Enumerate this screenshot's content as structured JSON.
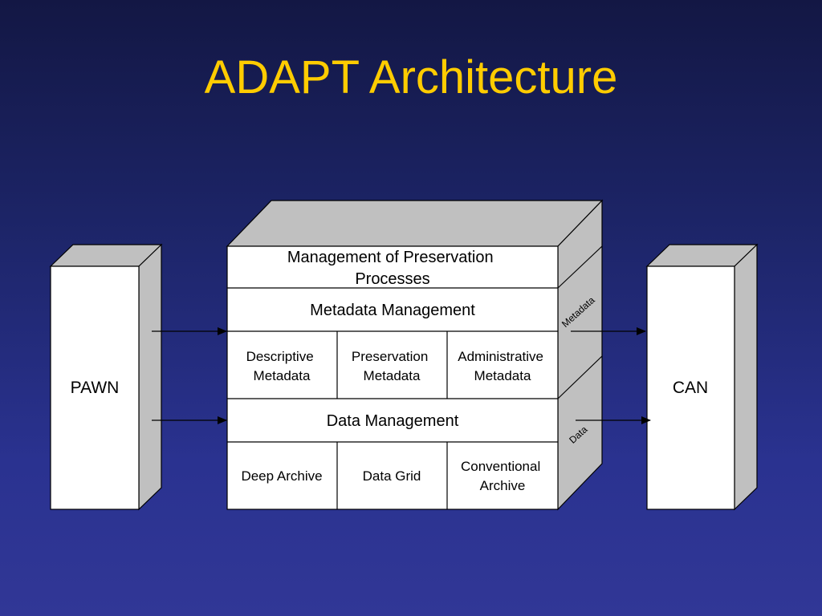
{
  "slide": {
    "title": "ADAPT Architecture",
    "background": "#1c2466",
    "title_color": "#ffcc00"
  },
  "diagram": {
    "left_block": {
      "label": "PAWN"
    },
    "right_block": {
      "label": "CAN"
    },
    "central_stack": {
      "layers": {
        "management_processes": [
          "Management of Preservation",
          "Processes"
        ],
        "metadata_management": "Metadata Management",
        "metadata_cells": [
          [
            "Descriptive",
            "Metadata"
          ],
          [
            "Preservation",
            "Metadata"
          ],
          [
            "Administrative",
            "Metadata"
          ]
        ],
        "data_management": "Data Management",
        "storage_cells": [
          [
            "Deep Archive"
          ],
          [
            "Data Grid"
          ],
          [
            "Conventional",
            "Archive"
          ]
        ]
      },
      "side_labels": {
        "metadata": "Metadata",
        "data": "Data"
      }
    },
    "colors": {
      "box_face": "#ffffff",
      "box_side": "#c0c0c0",
      "outline": "#000000"
    }
  }
}
